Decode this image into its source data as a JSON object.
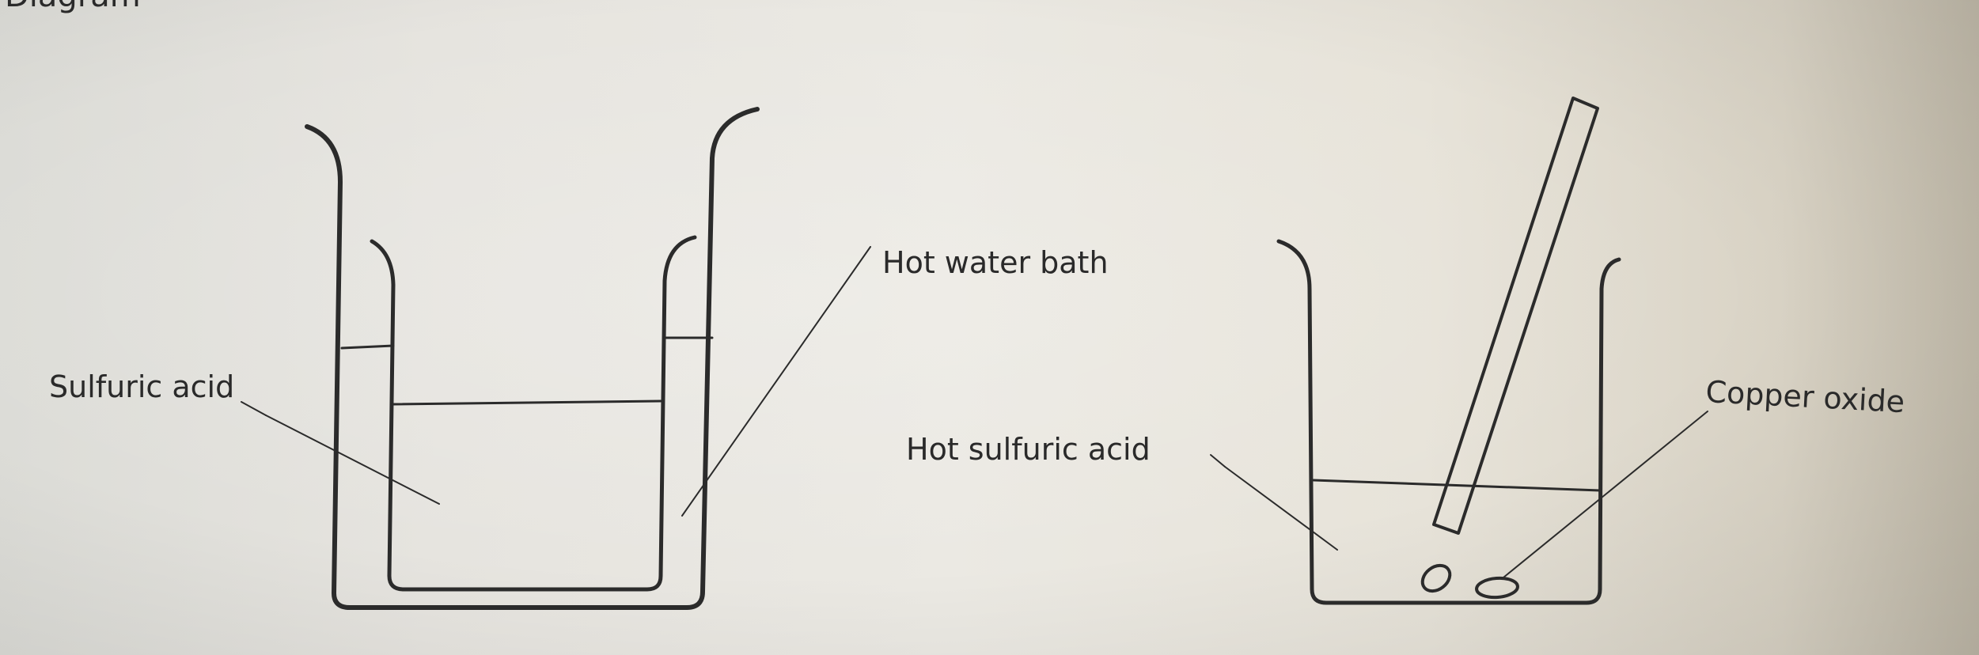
{
  "header": {
    "partial_heading": "Diagram"
  },
  "diagram_left": {
    "label_sulfuric_acid": "Sulfuric acid",
    "label_hot_water_bath": "Hot water bath"
  },
  "diagram_right": {
    "label_hot_sulfuric_acid": "Hot sulfuric acid",
    "label_copper_oxide": "Copper oxide"
  }
}
